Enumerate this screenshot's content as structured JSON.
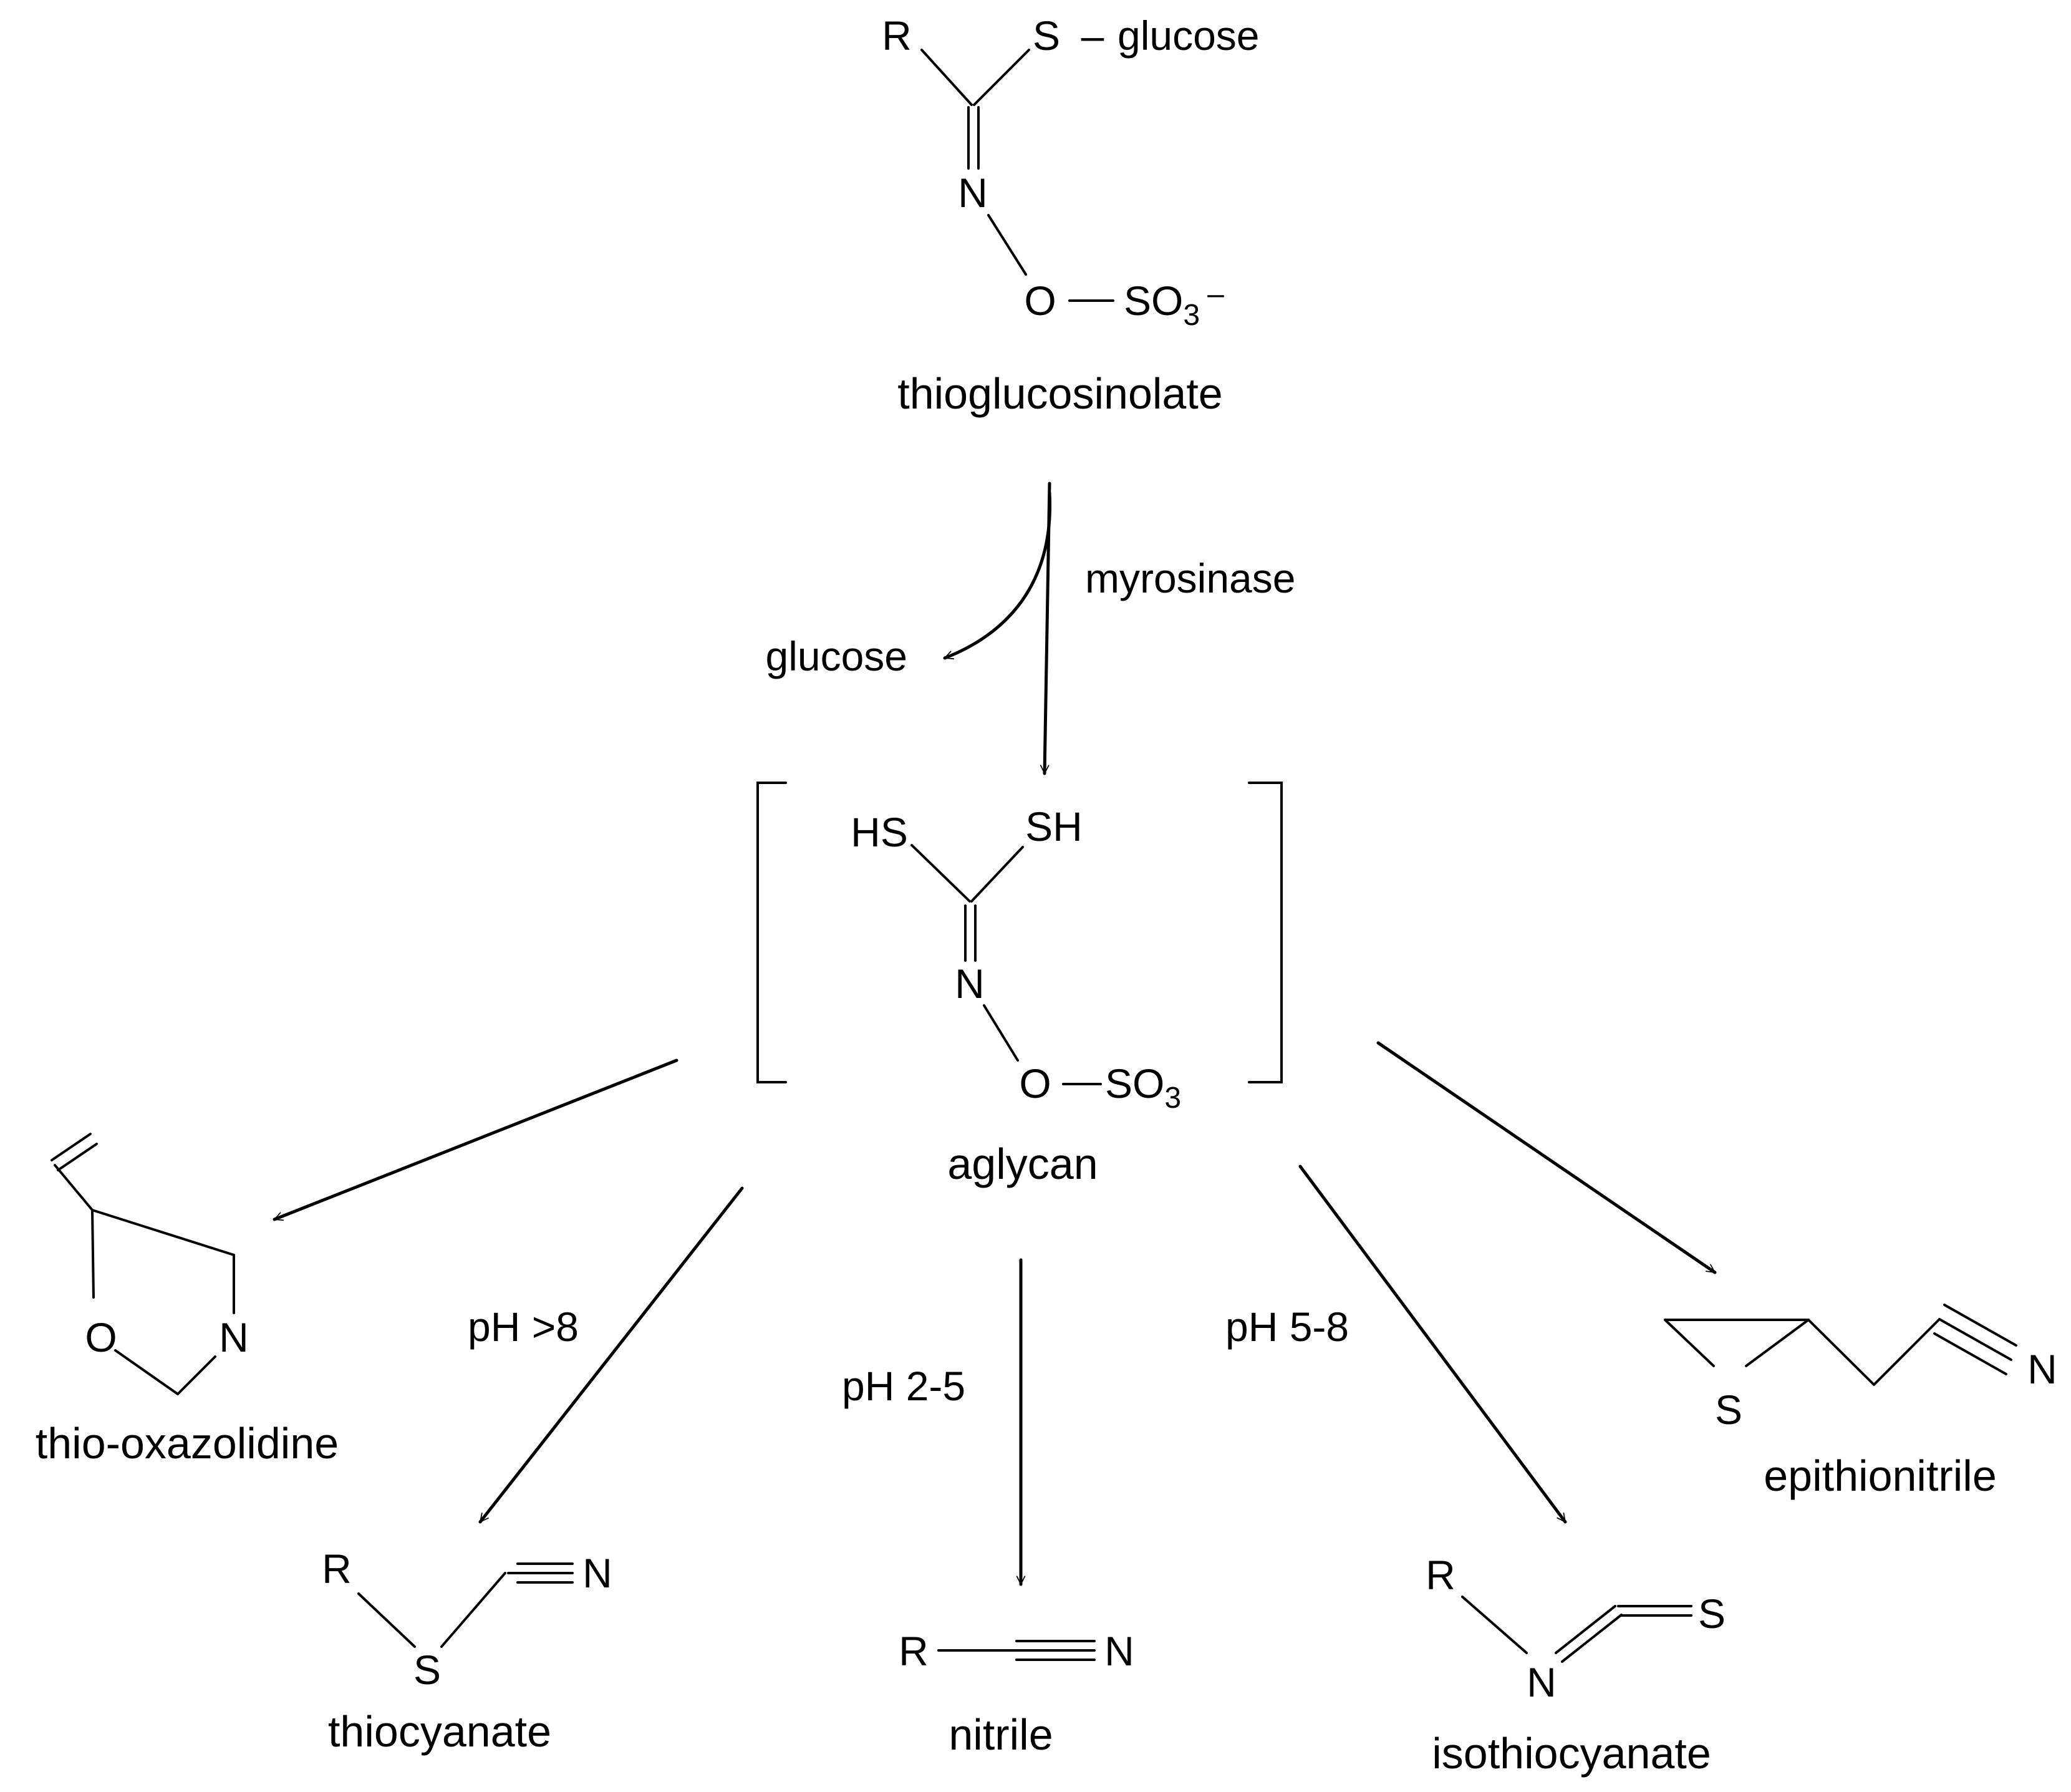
{
  "thioglucosinolate": {
    "atom_r": "R",
    "atom_s": "S",
    "dash": "–",
    "glucose": "glucose",
    "atom_n": "N",
    "atom_o": "O",
    "so3": "SO",
    "so3_sub": "3",
    "charge": "–",
    "caption": "thioglucosinolate"
  },
  "conversion": {
    "enzyme": "myrosinase",
    "released": "glucose"
  },
  "aglycan": {
    "hs": "HS",
    "sh": "SH",
    "atom_n": "N",
    "atom_o": "O",
    "so3": "SO",
    "so3_sub": "3",
    "caption": "aglycan"
  },
  "conditions": {
    "thiocyanate": "pH >8",
    "nitrile": "pH 2-5",
    "isothiocyanate": "pH 5-8"
  },
  "products": {
    "oxazolidine": {
      "atom_o": "O",
      "atom_n": "N",
      "caption": "thio-oxazolidine"
    },
    "thiocyanate": {
      "atom_r": "R",
      "atom_s": "S",
      "atom_n": "N",
      "caption": "thiocyanate"
    },
    "nitrile": {
      "atom_r": "R",
      "atom_n": "N",
      "caption": "nitrile"
    },
    "isothiocyanate": {
      "atom_r": "R",
      "atom_n": "N",
      "atom_s": "S",
      "caption": "isothiocyanate"
    },
    "epithionitrile": {
      "atom_s": "S",
      "atom_n": "N",
      "caption": "epithionitrile"
    }
  },
  "colors": {
    "ink": "#000000",
    "background": "#ffffff"
  }
}
